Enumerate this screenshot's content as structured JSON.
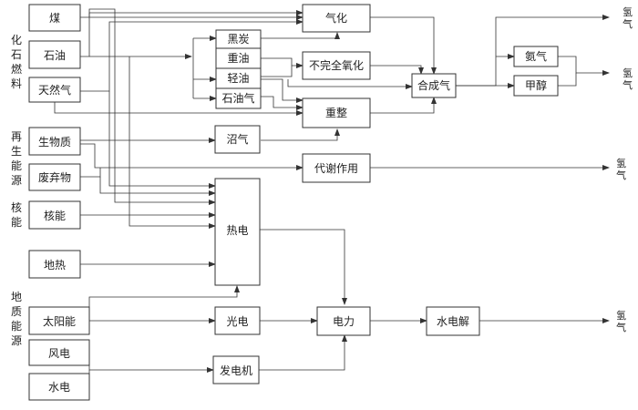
{
  "categories": {
    "fossil": [
      "化",
      "石",
      "燃",
      "料"
    ],
    "renewable": [
      "再",
      "生",
      "能",
      "源"
    ],
    "nuclear": [
      "核",
      "能"
    ],
    "geo": [
      "地",
      "质",
      "能",
      "源"
    ]
  },
  "sources": {
    "coal": "煤",
    "oil": "石油",
    "natural_gas": "天然气",
    "biomass": "生物质",
    "waste": "废弃物",
    "nuclear": "核能",
    "geothermal": "地热",
    "solar": "太阳能",
    "wind": "风电",
    "hydro": "水电"
  },
  "intermediates": {
    "black_carbon": "黑炭",
    "heavy_oil": "重油",
    "light_oil": "轻油",
    "petroleum_gas": "石油气",
    "biogas": "沼气",
    "thermal_power": "热电",
    "photovoltaic": "光电",
    "generator": "发电机"
  },
  "processes": {
    "gasification": "气化",
    "partial_oxidation": "不完全氧化",
    "reforming": "重整",
    "metabolism": "代谢作用",
    "electricity": "电力",
    "electrolysis": "水电解"
  },
  "syngas": {
    "syngas": "合成气",
    "ammonia": "氨气",
    "methanol": "甲醇"
  },
  "outputs": {
    "h2_a": [
      "氢",
      "气"
    ],
    "h2_b": [
      "氢",
      "气"
    ],
    "h2_c": [
      "氢",
      "气"
    ],
    "h2_d": [
      "氢",
      "气"
    ]
  }
}
